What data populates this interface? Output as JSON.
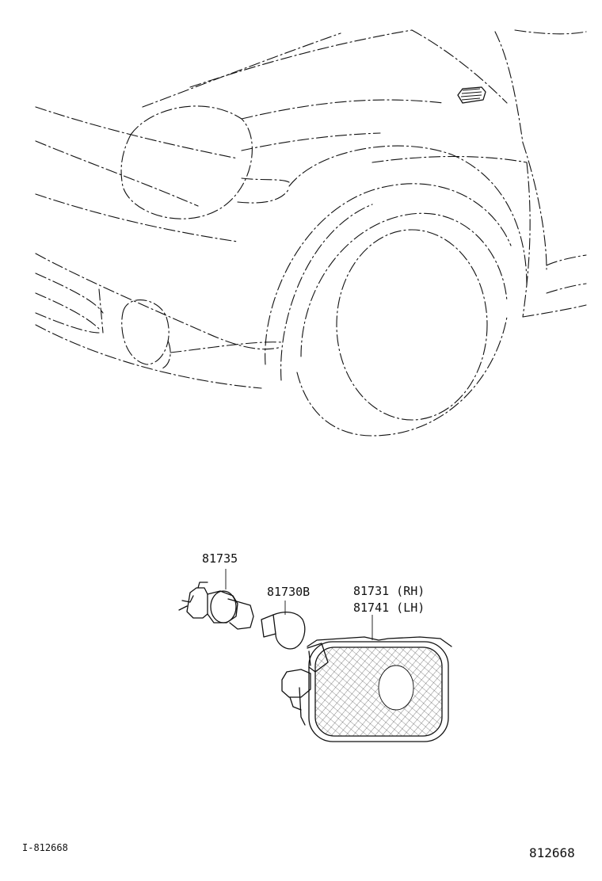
{
  "callouts": {
    "socket": "81735",
    "bulb": "81730B",
    "lamp_rh": "81731 (RH)",
    "lamp_lh": "81741 (LH)"
  },
  "footer": {
    "ref_left": "I-812668",
    "ref_right": "812668"
  }
}
